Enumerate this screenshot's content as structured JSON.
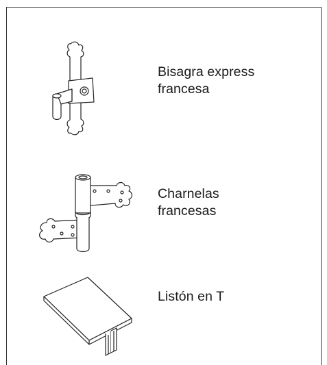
{
  "items": [
    {
      "line1": "Bisagra express",
      "line2": "francesa",
      "icon": "express-hinge-icon"
    },
    {
      "line1": "Charnelas",
      "line2": "francesas",
      "icon": "french-hinges-icon"
    },
    {
      "line1": "Listón en T",
      "line2": "",
      "icon": "t-strip-icon"
    }
  ]
}
